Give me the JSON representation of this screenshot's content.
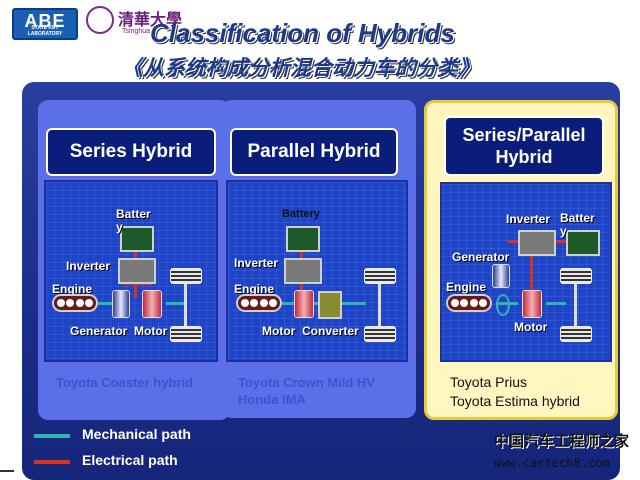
{
  "header": {
    "logo1_text": "ABE",
    "logo1_sub": "STATE KEY LABORATORY",
    "logo2_text": "清華大學",
    "logo2_sub": "Tsinghua",
    "title": "Classification of Hybrids",
    "subtitle": "《从系统构成分析混合动力车的分类》"
  },
  "columns": [
    {
      "heading": "Series Hybrid",
      "labels": {
        "battery": "Batter\ny",
        "inverter": "Inverter",
        "engine": "Engine",
        "generator": "Generator",
        "motor": "Motor"
      },
      "example": "Toyota Coaster hybrid"
    },
    {
      "heading": "Parallel Hybrid",
      "labels": {
        "battery": "Battery",
        "inverter": "Inverter",
        "engine": "Engine",
        "motor": "Motor",
        "converter": "Converter"
      },
      "example_line1": "Toyota Crown Mild HV",
      "example_line2": "Honda IMA"
    },
    {
      "heading_line1": "Series/Parallel",
      "heading_line2": "Hybrid",
      "labels": {
        "inverter": "Inverter",
        "battery": "Batter\ny",
        "generator": "Generator",
        "engine": "Engine",
        "motor": "Motor"
      },
      "example_line1": "Toyota Prius",
      "example_line2": "Toyota Estima hybrid"
    }
  ],
  "legend": {
    "mechanical": "Mechanical path",
    "electrical": "Electrical path",
    "mechanical_color": "#2fb5b0",
    "electrical_color": "#d8321f"
  },
  "watermark": {
    "cn": "中国汽车工程师之家",
    "url": "www.cartech8.com"
  }
}
